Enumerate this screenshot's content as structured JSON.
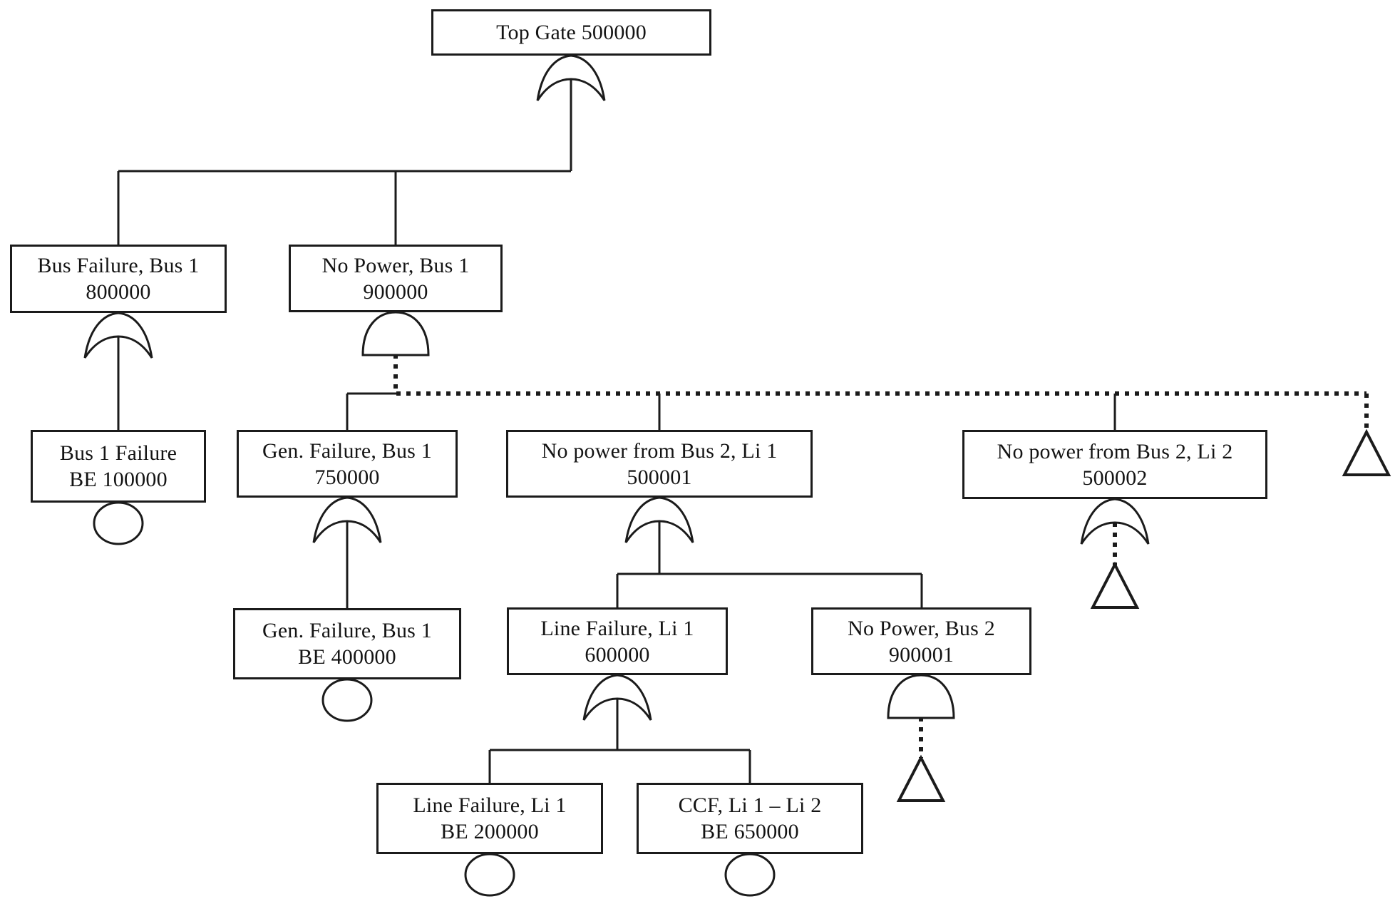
{
  "colors": {
    "ink": "#1b1b1b",
    "background": "#ffffff"
  },
  "nodes": {
    "top_gate": {
      "line1": "Top Gate 500000",
      "gate": "or-gate"
    },
    "bus_failure_bus1": {
      "line1": "Bus Failure, Bus 1",
      "line2": "800000",
      "gate": "or-gate"
    },
    "no_power_bus1": {
      "line1": "No Power, Bus 1",
      "line2": "900000",
      "gate": "and-gate"
    },
    "bus1_failure": {
      "line1": "Bus 1 Failure",
      "line2": "BE 100000",
      "symbol": "basic-event-circle"
    },
    "gen_failure_bus1": {
      "line1": "Gen. Failure, Bus 1",
      "line2": "750000",
      "gate": "or-gate"
    },
    "no_power_from_bus2_li1": {
      "line1": "No power from Bus 2, Li 1",
      "line2": "500001",
      "gate": "or-gate"
    },
    "no_power_from_bus2_li2": {
      "line1": "No power from Bus 2, Li 2",
      "line2": "500002",
      "gate": "or-gate",
      "symbol": "transfer-triangle"
    },
    "gen_failure_bus1_be": {
      "line1": "Gen. Failure, Bus 1",
      "line2": "BE 400000",
      "symbol": "basic-event-circle"
    },
    "line_failure_li1": {
      "line1": "Line Failure, Li 1",
      "line2": "600000",
      "gate": "or-gate"
    },
    "no_power_bus2": {
      "line1": "No Power, Bus 2",
      "line2": "900001",
      "gate": "and-gate",
      "symbol": "transfer-triangle"
    },
    "line_failure_li1_be": {
      "line1": "Line Failure, Li 1",
      "line2": "BE 200000",
      "symbol": "basic-event-circle"
    },
    "ccf_li1_li2": {
      "line1": "CCF, Li 1 – Li 2",
      "line2": "BE 650000",
      "symbol": "basic-event-circle"
    }
  }
}
